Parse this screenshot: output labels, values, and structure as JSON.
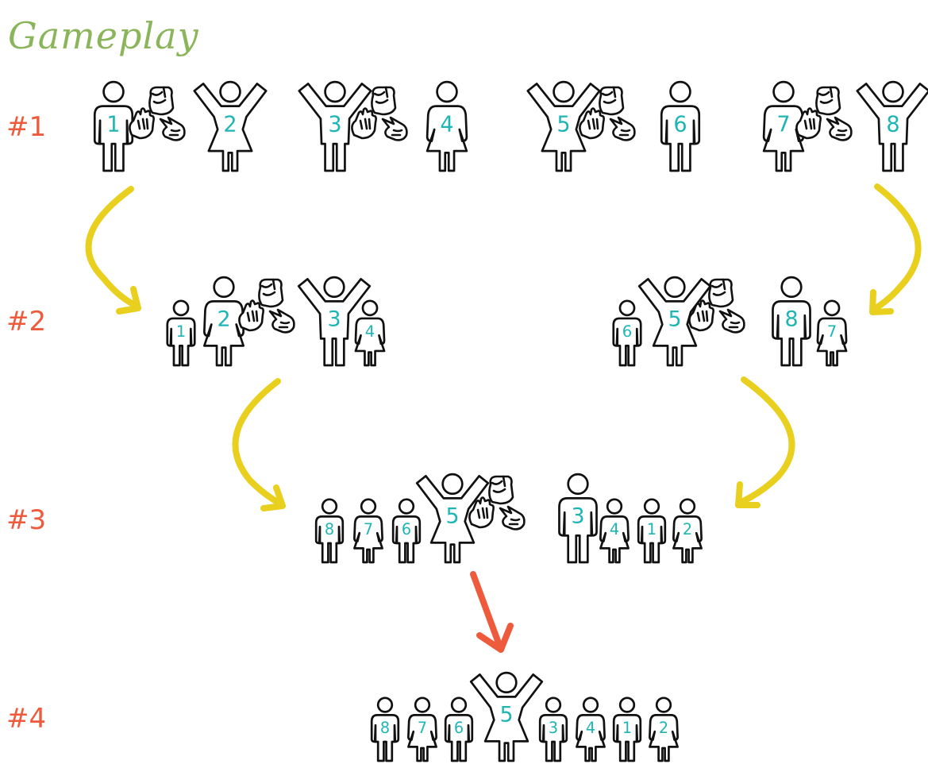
{
  "title": "Gameplay",
  "round_labels": [
    "#1",
    "#2",
    "#3",
    "#4"
  ],
  "colors": {
    "title": "#8bb55a",
    "round_label": "#ee5a3c",
    "arrow_progress": "#e9cf1e",
    "arrow_final": "#ee5a3c",
    "player_number": "#1fb5b5",
    "outline": "#111111"
  },
  "figures": {
    "round1": [
      {
        "n": "1",
        "pose": "man-standing"
      },
      {
        "n": "2",
        "pose": "woman-cheering"
      },
      {
        "n": "3",
        "pose": "man-cheering"
      },
      {
        "n": "4",
        "pose": "woman-standing"
      },
      {
        "n": "5",
        "pose": "woman-cheering"
      },
      {
        "n": "6",
        "pose": "man-standing"
      },
      {
        "n": "7",
        "pose": "woman-standing"
      },
      {
        "n": "8",
        "pose": "man-cheering"
      }
    ],
    "round2_left": [
      {
        "n": "1",
        "pose": "man-standing"
      },
      {
        "n": "2",
        "pose": "woman-standing"
      },
      {
        "n": "3",
        "pose": "man-cheering"
      },
      {
        "n": "4",
        "pose": "woman-standing"
      }
    ],
    "round2_right": [
      {
        "n": "6",
        "pose": "man-standing"
      },
      {
        "n": "5",
        "pose": "woman-cheering"
      },
      {
        "n": "8",
        "pose": "man-standing"
      },
      {
        "n": "7",
        "pose": "woman-standing"
      }
    ],
    "round3": [
      {
        "n": "8",
        "pose": "man-standing"
      },
      {
        "n": "7",
        "pose": "woman-standing"
      },
      {
        "n": "6",
        "pose": "man-standing"
      },
      {
        "n": "5",
        "pose": "woman-cheering"
      },
      {
        "n": "3",
        "pose": "man-standing"
      },
      {
        "n": "4",
        "pose": "woman-standing"
      },
      {
        "n": "1",
        "pose": "man-standing"
      },
      {
        "n": "2",
        "pose": "woman-standing"
      }
    ],
    "round4": [
      {
        "n": "8",
        "pose": "man-standing"
      },
      {
        "n": "7",
        "pose": "woman-standing"
      },
      {
        "n": "6",
        "pose": "man-standing"
      },
      {
        "n": "5",
        "pose": "woman-cheering"
      },
      {
        "n": "3",
        "pose": "man-standing"
      },
      {
        "n": "4",
        "pose": "woman-standing"
      },
      {
        "n": "1",
        "pose": "man-standing"
      },
      {
        "n": "2",
        "pose": "woman-standing"
      }
    ]
  },
  "hand_icons": [
    "rock-hand-icon",
    "paper-hand-icon",
    "scissors-hand-icon"
  ]
}
